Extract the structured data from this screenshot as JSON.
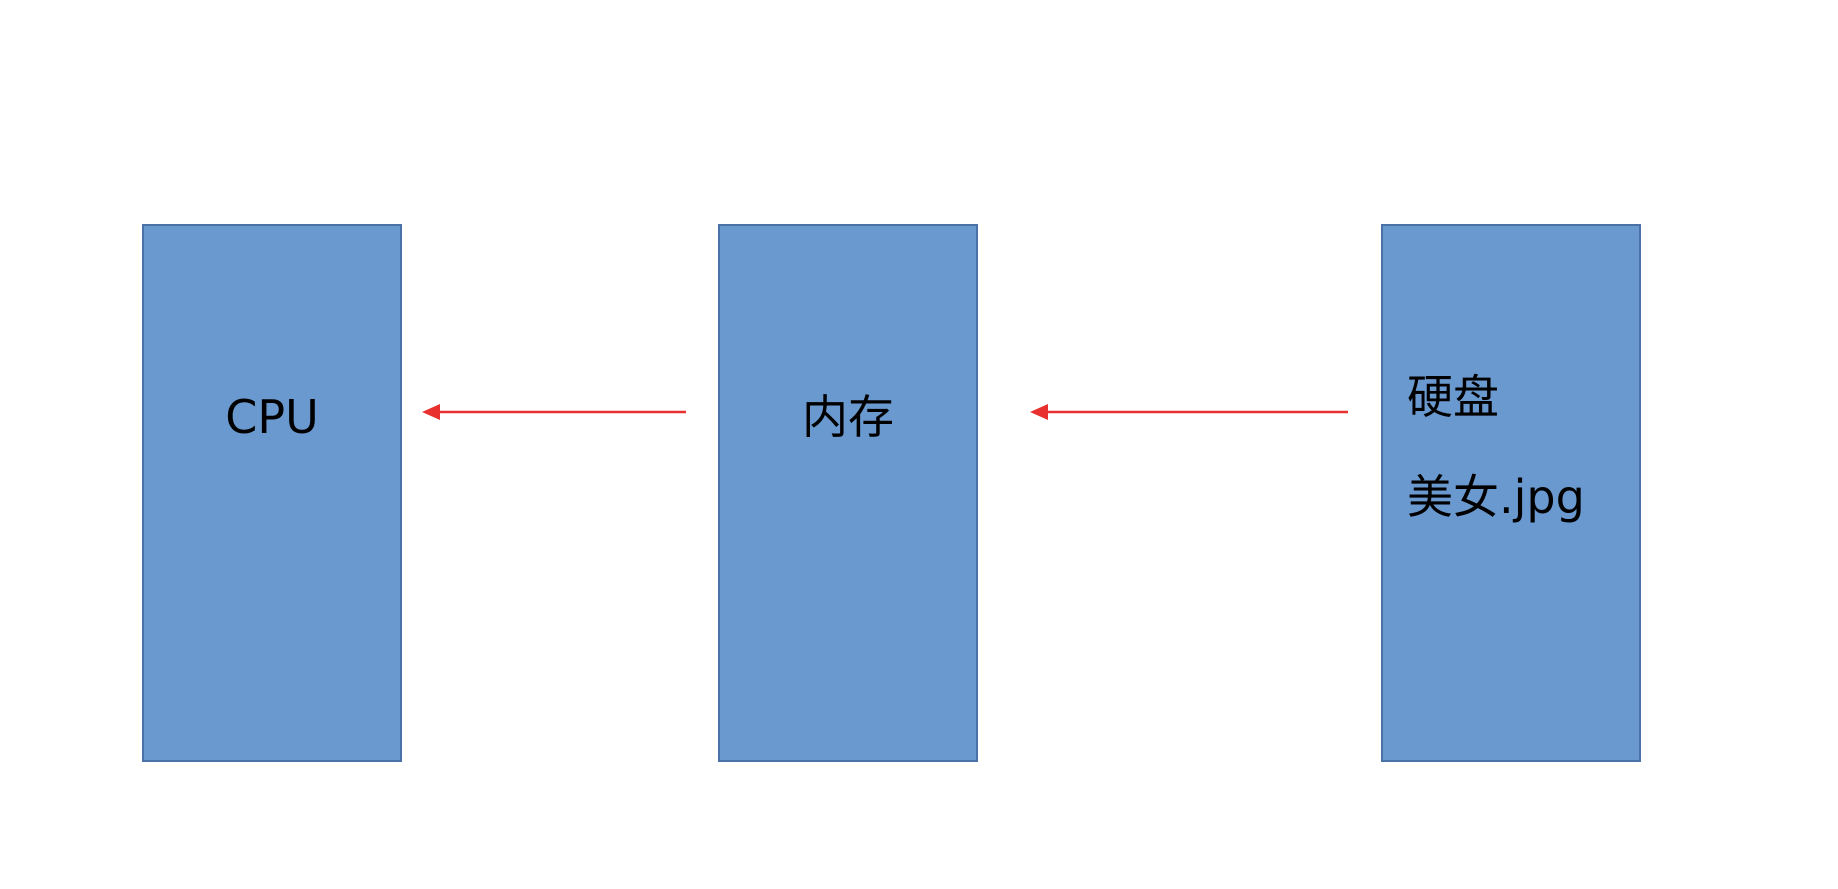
{
  "diagram": {
    "nodes": {
      "cpu": {
        "label": "CPU"
      },
      "memory": {
        "label": "内存"
      },
      "disk": {
        "label": "硬盘",
        "file": "美女.jpg"
      }
    },
    "edges": [
      {
        "from": "memory",
        "to": "cpu"
      },
      {
        "from": "disk",
        "to": "memory"
      }
    ],
    "colors": {
      "box_fill": "#6a99cf",
      "box_border": "#4a72a6",
      "arrow": "#e8312f"
    }
  }
}
